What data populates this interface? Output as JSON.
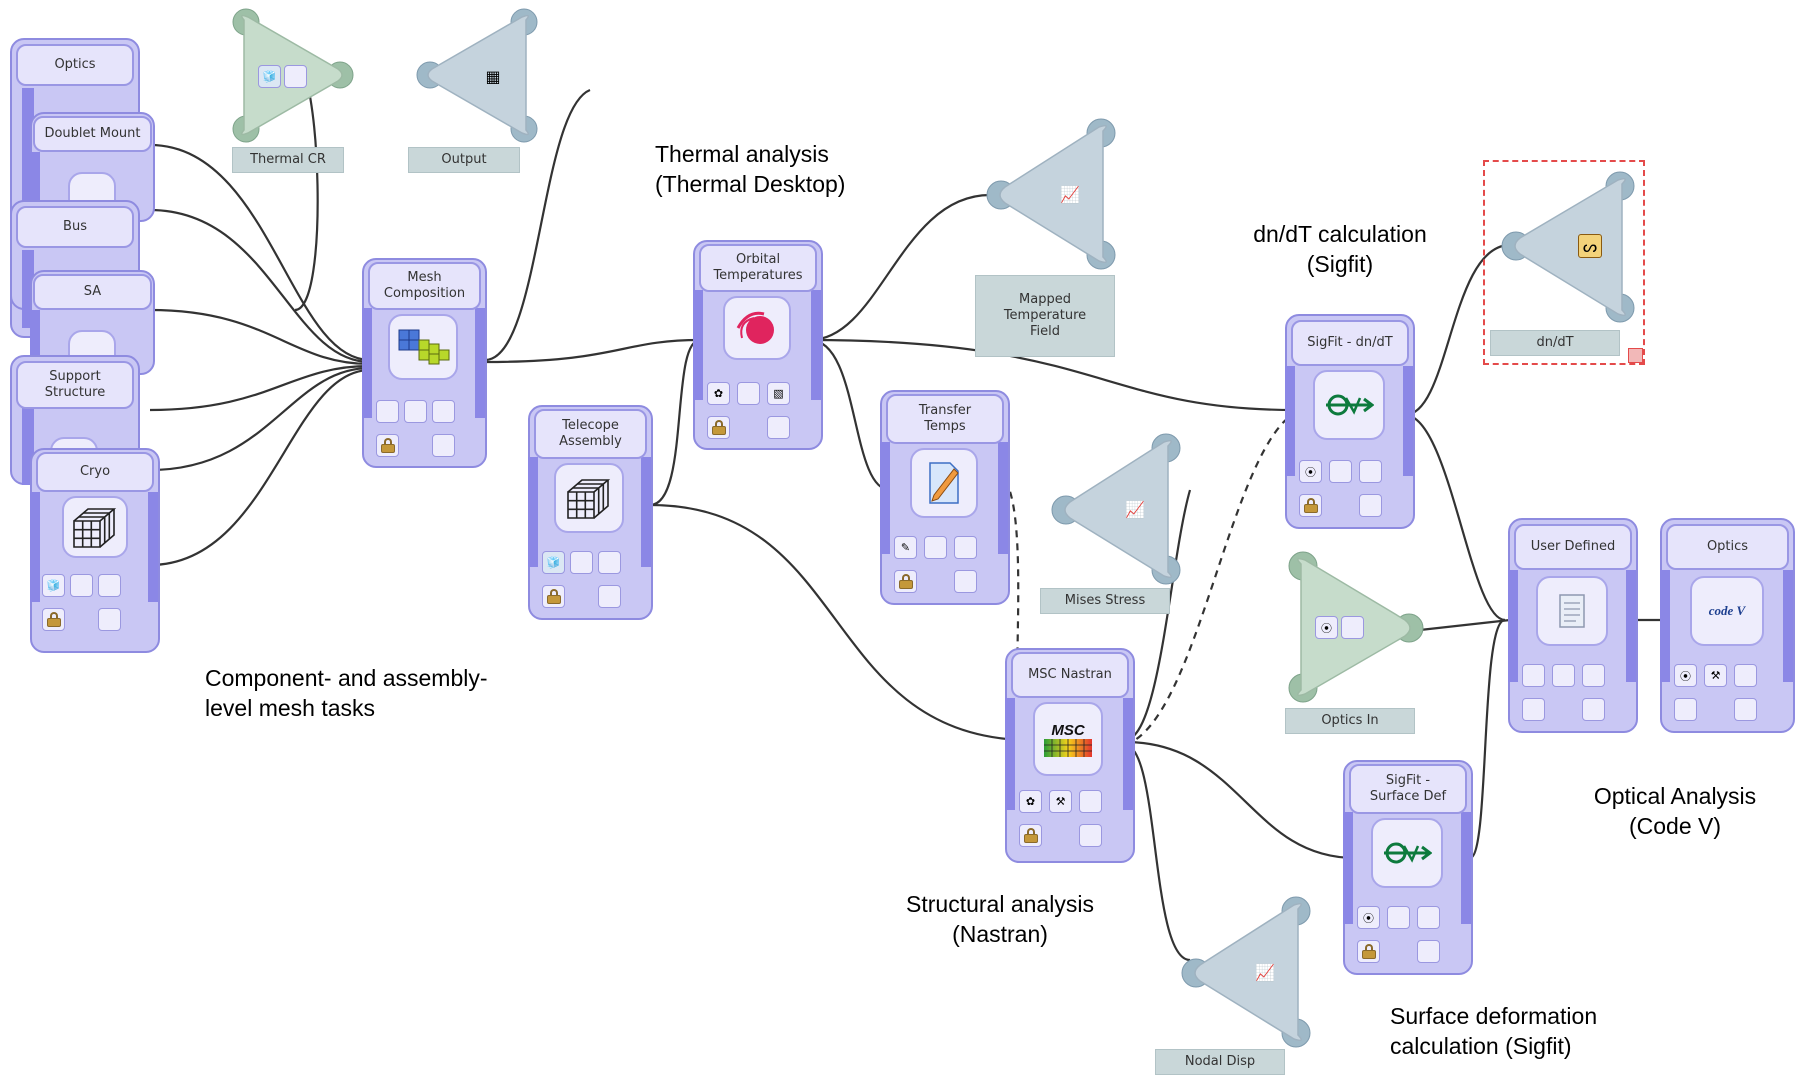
{
  "nodes": {
    "optics": {
      "title": "Optics"
    },
    "doublet_mount": {
      "title": "Doublet Mount"
    },
    "bus": {
      "title": "Bus"
    },
    "sa": {
      "title": "SA"
    },
    "support_structure": {
      "title": "Support\nStructure"
    },
    "cryo": {
      "title": "Cryo"
    },
    "mesh_composition": {
      "title": "Mesh\nComposition"
    },
    "telescope_assembly": {
      "title": "Telecope\nAssembly"
    },
    "orbital_temperatures": {
      "title": "Orbital\nTemperatures"
    },
    "transfer_temps": {
      "title": "Transfer\nTemps"
    },
    "msc_nastran": {
      "title": "MSC Nastran",
      "logo_text": "MSC"
    },
    "sigfit_dndt": {
      "title": "SigFit - dn/dT"
    },
    "sigfit_surface_def": {
      "title": "SigFit -\nSurface Def"
    },
    "user_defined": {
      "title": "User Defined"
    },
    "optics_out": {
      "title": "Optics",
      "logo_text": "code V"
    }
  },
  "triangles": {
    "thermal_cr": {
      "label": "Thermal CR"
    },
    "output": {
      "label": "Output"
    },
    "mapped_temperature_field": {
      "label": "Mapped\nTemperature\nField"
    },
    "mises_stress": {
      "label": "Mises Stress"
    },
    "dn_dt": {
      "label": "dn/dT"
    },
    "optics_in": {
      "label": "Optics In"
    },
    "nodal_disp": {
      "label": "Nodal Disp"
    }
  },
  "annotations": {
    "thermal": "Thermal analysis\n(Thermal Desktop)",
    "dndt": "dn/dT calculation\n(Sigfit)",
    "mesh": "Component- and assembly-\nlevel mesh tasks",
    "optical": "Optical Analysis\n(Code V)",
    "structural": "Structural analysis\n(Nastran)",
    "surface": "Surface deformation\ncalculation (Sigfit)"
  },
  "colors": {
    "node_fill": "#c9c7f4",
    "node_band": "#8b87e6",
    "triangle_output": "#c5d3dd",
    "triangle_input": "#c6dccb",
    "wire": "#333333",
    "selection": "#e44a4a"
  },
  "icons": {
    "mesh": "block-mesh-icon",
    "mesh_composition": "colored-blocks-icon",
    "thermal": "thermal-desktop-logo-icon",
    "transfer": "document-pencil-icon",
    "sigfit": "sigfit-logo-icon",
    "plot": "graph-plot-icon",
    "script": "script-scroll-icon",
    "lock": "lock-icon"
  }
}
